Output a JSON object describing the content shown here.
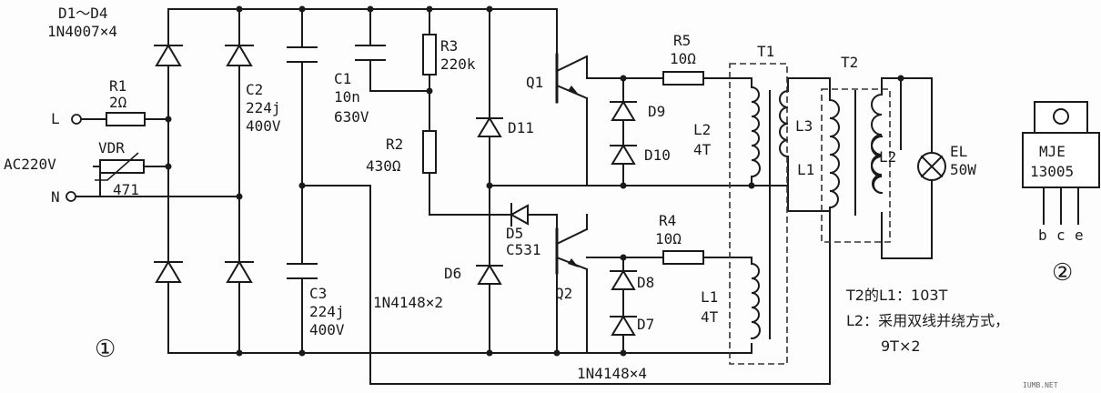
{
  "labels": {
    "d1_d4_name": "D1～D4",
    "d1_d4_part": "1N4007×4",
    "r1_name": "R1",
    "r1_value": "2Ω",
    "input_l": "L",
    "vdr_name": "VDR",
    "vdr_value": "471",
    "ac_input": "AC220V",
    "input_n": "N",
    "c2_name": "C2",
    "c2_value": "224j",
    "c2_voltage": "400V",
    "c3_name": "C3",
    "c3_value": "224j",
    "c3_voltage": "400V",
    "c1_name": "C1",
    "c1_value": "10n",
    "c1_voltage": "630V",
    "r3_name": "R3",
    "r3_value": "220k",
    "r2_name": "R2",
    "r2_value": "430Ω",
    "q1": "Q1",
    "q2": "Q2",
    "d11": "D11",
    "d5_name": "D5",
    "d5_part": "C531",
    "d6": "D6",
    "d6_d11_part": "1N4148×2",
    "r5_name": "R5",
    "r5_value": "10Ω",
    "r4_name": "R4",
    "r4_value": "10Ω",
    "d9": "D9",
    "d10": "D10",
    "d8": "D8",
    "d7": "D7",
    "l2_t1_name": "L2",
    "l2_t1_turns": "4T",
    "l1_t1_name": "L1",
    "l1_t1_turns": "4T",
    "d7_d10_part": "1N4148×4",
    "t1": "T1",
    "l3": "L3",
    "t2": "T2",
    "t2_l1": "L1",
    "t2_l2": "L2",
    "lamp_name": "EL",
    "lamp_power": "50W",
    "note_line1": "T2的L1：103T",
    "note_line2": "L2：采用双线并绕方式，",
    "note_line3": "9T×2",
    "fig1": "①",
    "fig2": "②",
    "pkg_line1": "MJE",
    "pkg_line2": "13005",
    "pin_b": "b",
    "pin_c": "c",
    "pin_e": "e",
    "watermark": "IUMB.NET"
  }
}
